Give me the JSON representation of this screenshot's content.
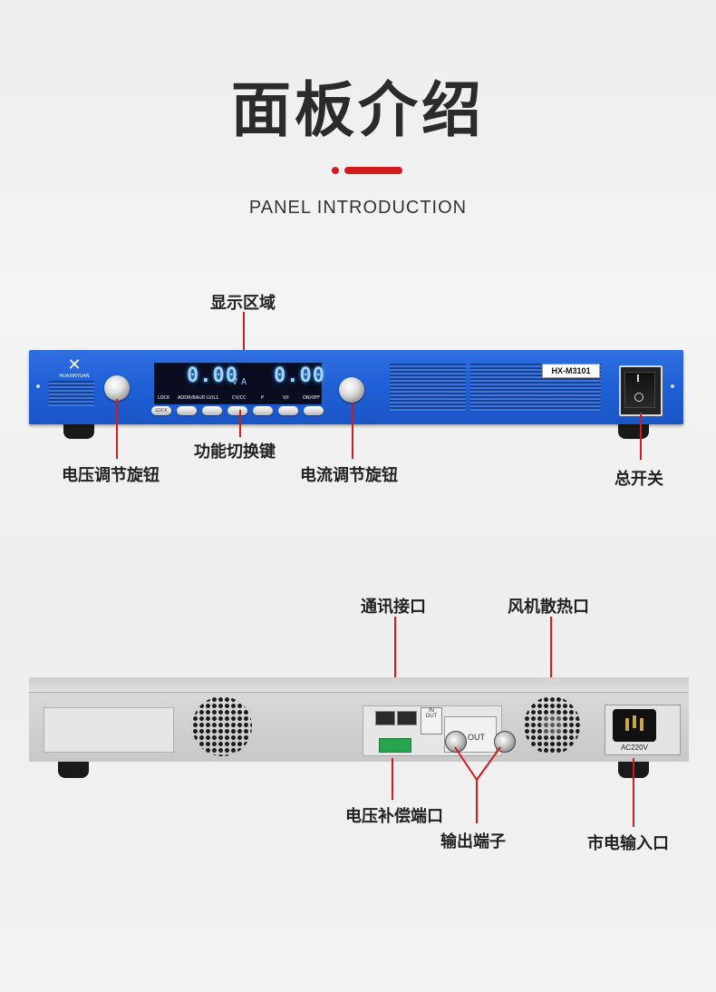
{
  "header": {
    "title": "面板介绍",
    "subtitle": "PANEL INTRODUCTION"
  },
  "front_panel": {
    "display_area_label": "显示区域",
    "function_keys_label": "功能切换键",
    "voltage_knob_label": "电压调节旋钮",
    "current_knob_label": "电流调节旋钮",
    "power_switch_label": "总开关",
    "logo_text": "HUAXINYUAN",
    "model": "HX-M3101",
    "voltage_reading": "0.00",
    "current_reading": "0.00",
    "voltage_unit": "V",
    "current_unit": "A",
    "key_labels": [
      "LOCK",
      "ADDR/BAUD",
      "LV/L1",
      "CV/CC",
      "P",
      "V/I",
      "ON/OFF"
    ],
    "switch_on_symbol": "I",
    "switch_off_symbol": "O"
  },
  "rear_panel": {
    "comm_port_label": "通讯接口",
    "fan_label": "风机散热口",
    "sense_port_label": "电压补偿端口",
    "output_terminal_label": "输出端子",
    "ac_input_label": "市电输入口",
    "ac_rating": "AC220V",
    "port_marks": [
      "IN",
      "OUT"
    ],
    "output_mark": "OUT"
  },
  "colors": {
    "accent_red": "#d21c1c",
    "panel_blue": "#1f5fd6"
  }
}
